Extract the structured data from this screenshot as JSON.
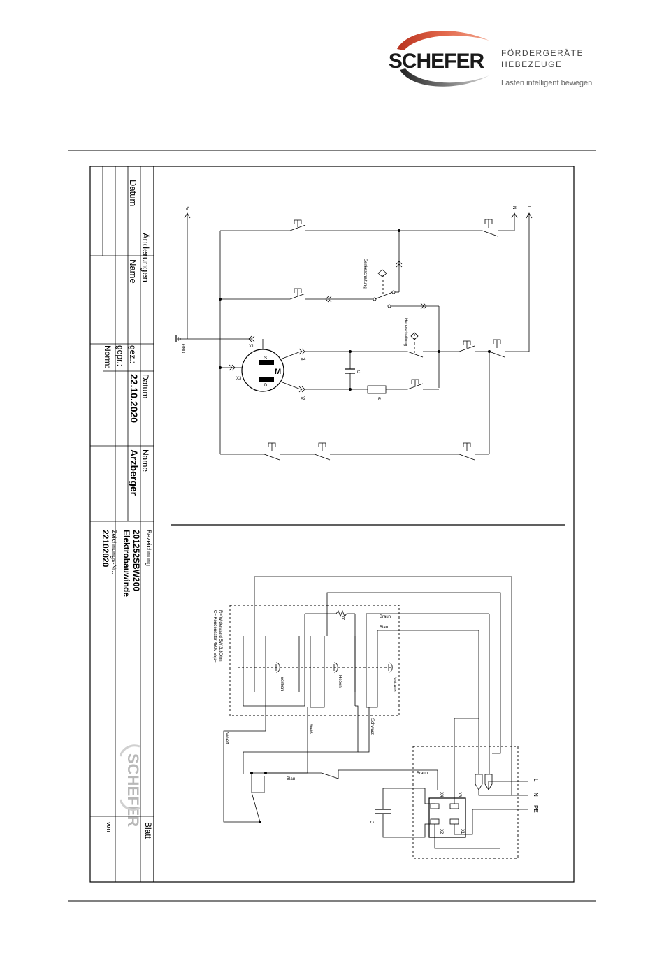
{
  "header": {
    "brand": "SCHEFER",
    "line1": "FÖRDERGERÄTE",
    "line2": "HEBEZEUGE",
    "slogan": "Lasten intelligent bewegen"
  },
  "titleblock": {
    "datum_head": "Datum",
    "aenderungen": "Änderungen",
    "name_head": "Name",
    "gez": "gez.:",
    "gepr": "gepr.:",
    "norm": "Norm:",
    "datum_col": "Datum",
    "date_value": "22.10.2020",
    "name_col": "Name",
    "name_value": "Arzberger",
    "bezeichnung": "Bezeichnung",
    "product_code": "201252SBW200",
    "product_name": "Elektrobauwinde",
    "zeichnungs_label": "Zeichnungs-Nr.:",
    "zeichnungs_nr": "22102020",
    "logo": "SCHEFER",
    "blatt": "Blatt",
    "von": "von"
  },
  "schematic": {
    "pe": "PE",
    "n": "N",
    "l": "L",
    "gnd": "GND",
    "senkeschaltung": "Senkeschaltung",
    "hebeschaltung": "Hebeschaltung",
    "x1": "X1",
    "x2": "X2",
    "x3": "X3",
    "x4": "X4",
    "motor": "M",
    "s": "S",
    "d": "D",
    "c": "C",
    "r": "R"
  },
  "wiring": {
    "legend1": "R= Widerstand 5W 3,3Ohm",
    "legend2": "C= Kondensator 450V 55µF",
    "braun1": "Braun",
    "blau1": "Blau",
    "senken": "Senken",
    "heben": "Heben",
    "notaus": "Not-Aus",
    "r": "R",
    "violett": "Violett",
    "weiss": "Weiß",
    "schwarz": "Schwarz",
    "blau2": "Blau",
    "braun2": "Braun",
    "x4": "X4",
    "x3": "X3",
    "x2": "X2",
    "x1": "X1",
    "c": "C",
    "l": "L",
    "n": "N",
    "pe": "PE"
  }
}
